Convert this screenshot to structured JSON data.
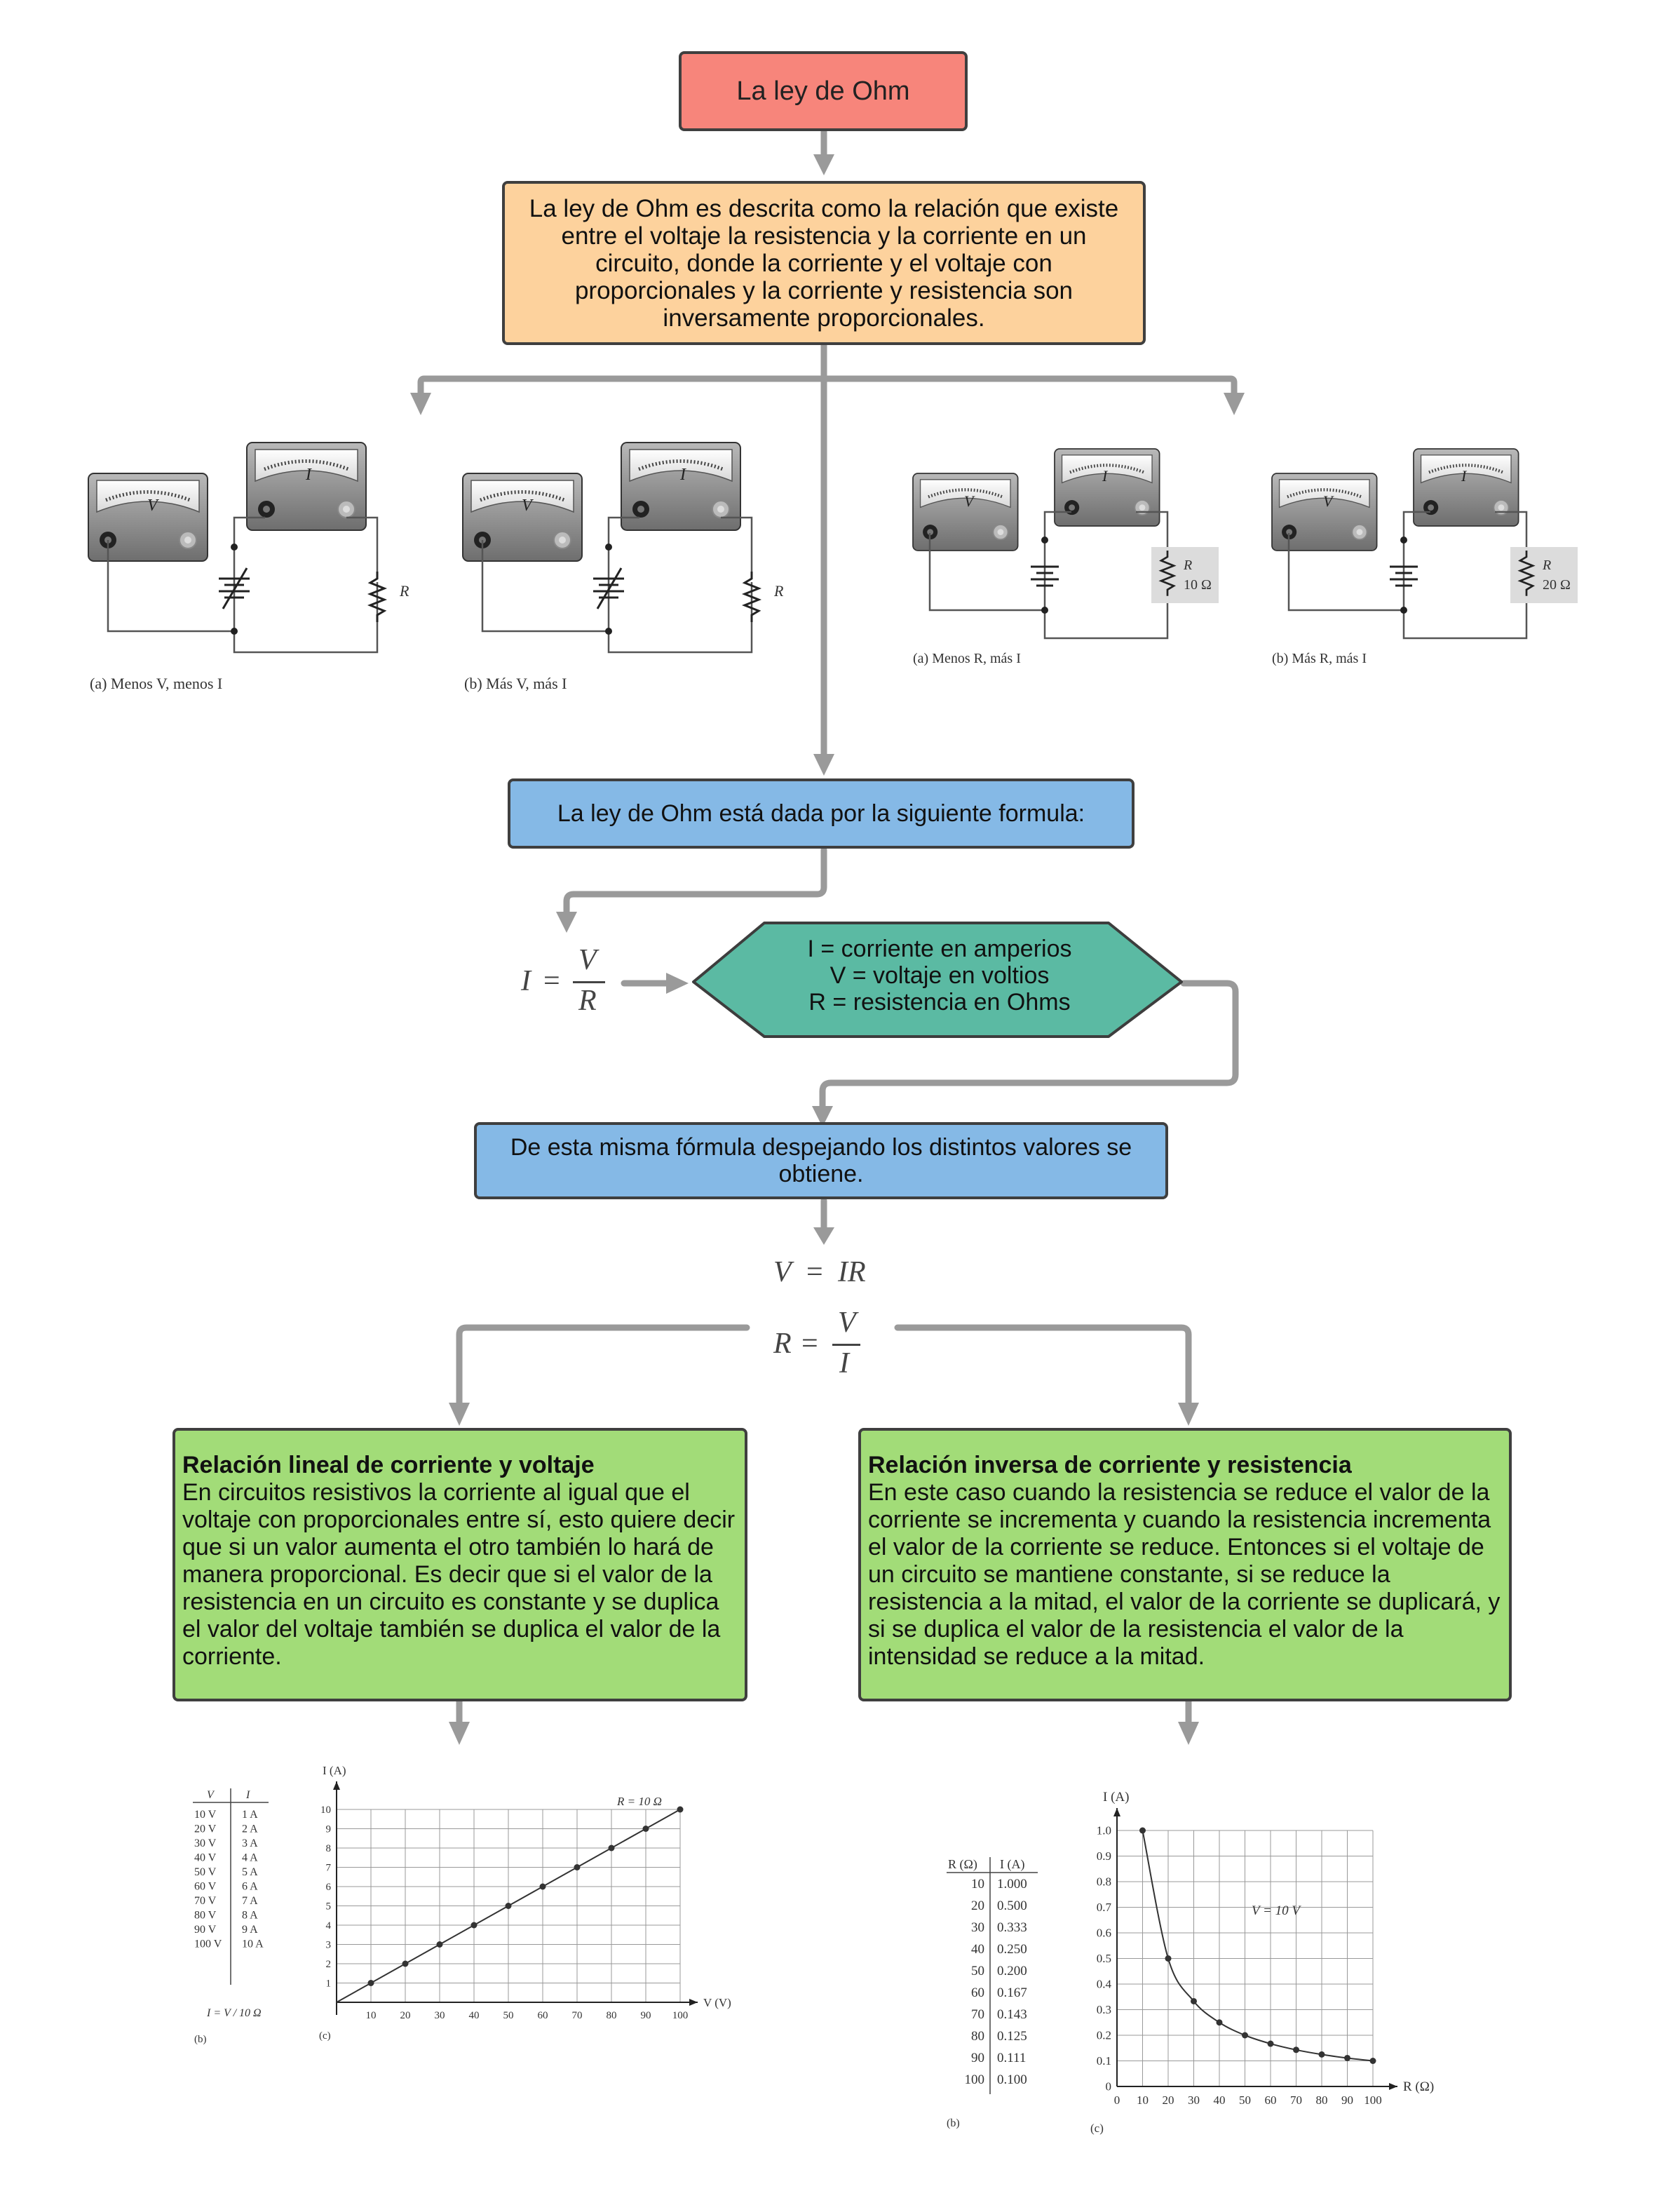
{
  "title": "La ley de Ohm",
  "definition": "La ley de Ohm es descrita como la relación que existe entre el voltaje la resistencia y la corriente en un circuito, donde la corriente y el voltaje con proporcionales y la corriente y resistencia son inversamente proporcionales.",
  "circuits": {
    "left_a": "(a) Menos V, menos I",
    "left_b": "(b) Más V, más I",
    "right_a": "(a) Menos R, más I",
    "right_b": "(b) Más R, más I",
    "meter_v": "V",
    "meter_i": "I",
    "resistor_r": "R",
    "r10": "10 Ω",
    "r20": "20 Ω"
  },
  "formula_intro": "La ley de Ohm está dada por la siguiente formula:",
  "formula": {
    "lhs": "I",
    "eq": "=",
    "num": "V",
    "den": "R"
  },
  "definitions": {
    "line1": "I = corriente en amperios",
    "line2": "V = voltaje en voltios",
    "line3": "R = resistencia en Ohms"
  },
  "derive_intro": "De esta misma fórmula despejando los distintos valores se obtiene.",
  "formula_v": {
    "lhs": "V",
    "eq": "=",
    "rhs": "IR"
  },
  "formula_r": {
    "lhs": "R",
    "eq": "=",
    "num": "V",
    "den": "I"
  },
  "linear": {
    "heading": "Relación lineal de corriente y voltaje",
    "body": "En circuitos resistivos la corriente al igual que el voltaje con proporcionales entre sí, esto quiere decir que si un valor aumenta el otro también lo hará de manera proporcional. Es decir que si el valor de la resistencia en un circuito es constante y se duplica el valor del voltaje también se duplica el valor de la corriente."
  },
  "inverse": {
    "heading": "Relación inversa de corriente y resistencia",
    "body": "En este caso cuando la resistencia se reduce el valor de la corriente se incrementa y cuando la resistencia incrementa el valor de la corriente se reduce. Entonces si el voltaje de un circuito se mantiene constante, si se reduce la resistencia a la mitad, el valor de la corriente se duplicará, y si se duplica el valor de la resistencia el valor de la intensidad se reduce a la mitad."
  },
  "table_linear": {
    "headers": [
      "V",
      "I"
    ],
    "rows": [
      [
        "10 V",
        "1 A"
      ],
      [
        "20 V",
        "2 A"
      ],
      [
        "30 V",
        "3 A"
      ],
      [
        "40 V",
        "4 A"
      ],
      [
        "50 V",
        "5 A"
      ],
      [
        "60 V",
        "6 A"
      ],
      [
        "70 V",
        "7 A"
      ],
      [
        "80 V",
        "8 A"
      ],
      [
        "90 V",
        "9 A"
      ],
      [
        "100 V",
        "10 A"
      ]
    ],
    "formula": "I = V / 10 Ω",
    "label": "(b)"
  },
  "table_inverse": {
    "headers": [
      "R (Ω)",
      "I (A)"
    ],
    "rows": [
      [
        "10",
        "1.000"
      ],
      [
        "20",
        "0.500"
      ],
      [
        "30",
        "0.333"
      ],
      [
        "40",
        "0.250"
      ],
      [
        "50",
        "0.200"
      ],
      [
        "60",
        "0.167"
      ],
      [
        "70",
        "0.143"
      ],
      [
        "80",
        "0.125"
      ],
      [
        "90",
        "0.111"
      ],
      [
        "100",
        "0.100"
      ]
    ],
    "label": "(b)"
  },
  "chart_data": [
    {
      "type": "line",
      "ylabel": "I (A)",
      "xlabel": "V (V)",
      "annotation": "R = 10 Ω",
      "label": "(c)",
      "x": [
        0,
        10,
        20,
        30,
        40,
        50,
        60,
        70,
        80,
        90,
        100
      ],
      "y": [
        0,
        1,
        2,
        3,
        4,
        5,
        6,
        7,
        8,
        9,
        10
      ],
      "xlim": [
        0,
        100
      ],
      "ylim": [
        0,
        10
      ],
      "xticks": [
        10,
        20,
        30,
        40,
        50,
        60,
        70,
        80,
        90,
        100
      ],
      "yticks": [
        1,
        2,
        3,
        4,
        5,
        6,
        7,
        8,
        9,
        10
      ],
      "grid": true
    },
    {
      "type": "line",
      "ylabel": "I (A)",
      "xlabel": "R (Ω)",
      "annotation": "V = 10 V",
      "label": "(c)",
      "x": [
        10,
        20,
        30,
        40,
        50,
        60,
        70,
        80,
        90,
        100
      ],
      "y": [
        1.0,
        0.5,
        0.333,
        0.25,
        0.2,
        0.167,
        0.143,
        0.125,
        0.111,
        0.1
      ],
      "xlim": [
        0,
        100
      ],
      "ylim": [
        0,
        1.0
      ],
      "xticks": [
        0,
        10,
        20,
        30,
        40,
        50,
        60,
        70,
        80,
        90,
        100
      ],
      "yticks": [
        "0",
        "0.1",
        "0.2",
        "0.3",
        "0.4",
        "0.5",
        "0.6",
        "0.7",
        "0.8",
        "0.9",
        "1.0"
      ],
      "grid": true
    }
  ]
}
